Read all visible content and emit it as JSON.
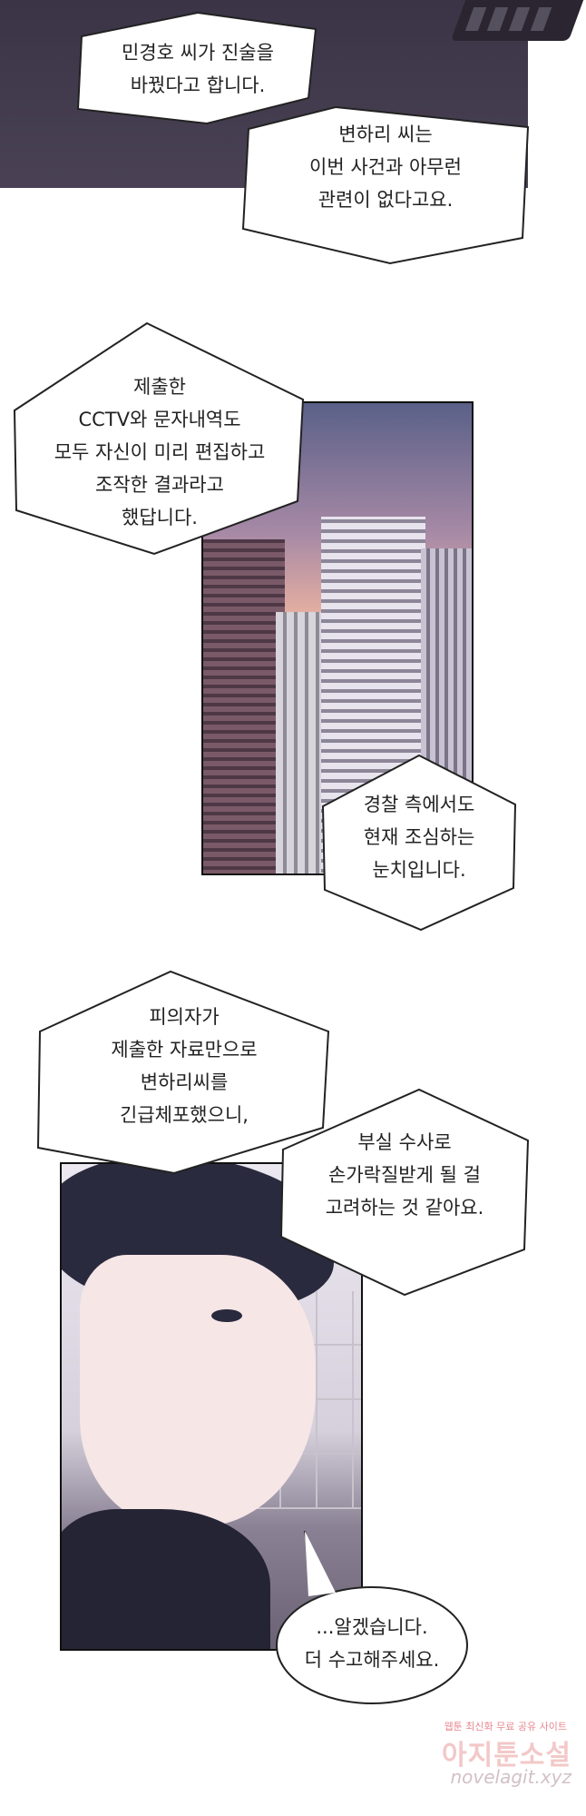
{
  "bubbles": {
    "b1": "민경호 씨가 진술을\n바꿨다고 합니다.",
    "b2": "변하리 씨는\n이번 사건과 아무런\n관련이 없다고요.",
    "b3": "제출한\nCCTV와 문자내역도\n모두 자신이 미리 편집하고\n조작한 결과라고\n했답니다.",
    "b4": "경찰 측에서도\n현재 조심하는\n눈치입니다.",
    "b5": "피의자가\n제출한 자료만으로\n변하리씨를\n긴급체포했으니,",
    "b6": "부실 수사로\n손가락질받게 될 걸\n고려하는 것 같아요.",
    "b7": "...알겠습니다.\n더 수고해주세요."
  },
  "watermark": {
    "top": "웹툰 최신화 무료 공유 사이트",
    "title": "아지툰소설",
    "url": "novelagit.xyz"
  }
}
